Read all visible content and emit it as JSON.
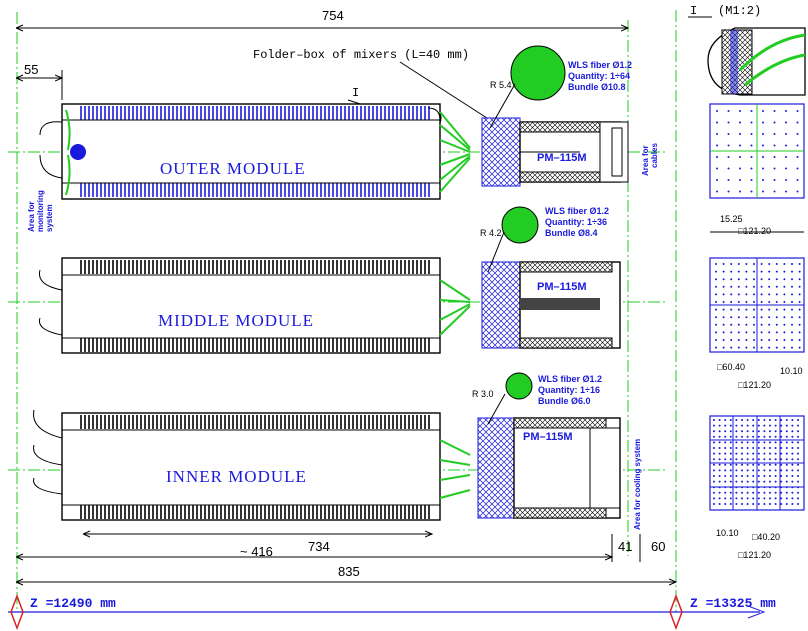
{
  "dimensions": {
    "top_total": "754",
    "offset_55": "55",
    "length_416": "~ 416",
    "length_734": "734",
    "gap_41": "41",
    "gap_60": "60",
    "total_835": "835"
  },
  "annotations": {
    "folder_box": "Folder–box of mixers (L=40 mm)",
    "detail_marker": "I",
    "detail_title_marker": "I",
    "detail_title_scale": "(M1:2)"
  },
  "modules": {
    "outer": {
      "label": "OUTER  MODULE",
      "pm": "PM–115M",
      "radius": "R 5.4",
      "fiber": [
        "WLS fiber Ø1.2",
        "Quantity: 1÷64",
        "Bundle Ø10.8"
      ]
    },
    "middle": {
      "label": "MIDDLE  MODULE",
      "pm": "PM–115M",
      "radius": "R 4.2",
      "fiber": [
        "WLS fiber Ø1.2",
        "Quantity: 1÷36",
        "Bundle Ø8.4"
      ]
    },
    "inner": {
      "label": "INNER  MODULE",
      "pm": "PM–115M",
      "radius": "R 3.0",
      "fiber": [
        "WLS fiber Ø1.2",
        "Quantity: 1÷16",
        "Bundle Ø6.0"
      ]
    }
  },
  "areas": {
    "monitoring": [
      "Area for",
      "monitoring",
      "system"
    ],
    "cables": [
      "Area for",
      "cables"
    ],
    "cooling": "Area for cooling system"
  },
  "cross_sections": {
    "outer": {
      "pitch": "15.25",
      "width": "□121.20"
    },
    "middle": {
      "cell": "□60.40",
      "pitch": "10.10",
      "width": "□121.20"
    },
    "inner": {
      "pitch": "10.10",
      "cell": "□40.20",
      "width": "□121.20"
    }
  },
  "z_axis": {
    "left": "Z  =12490  mm",
    "right": "Z  =13325  mm"
  }
}
